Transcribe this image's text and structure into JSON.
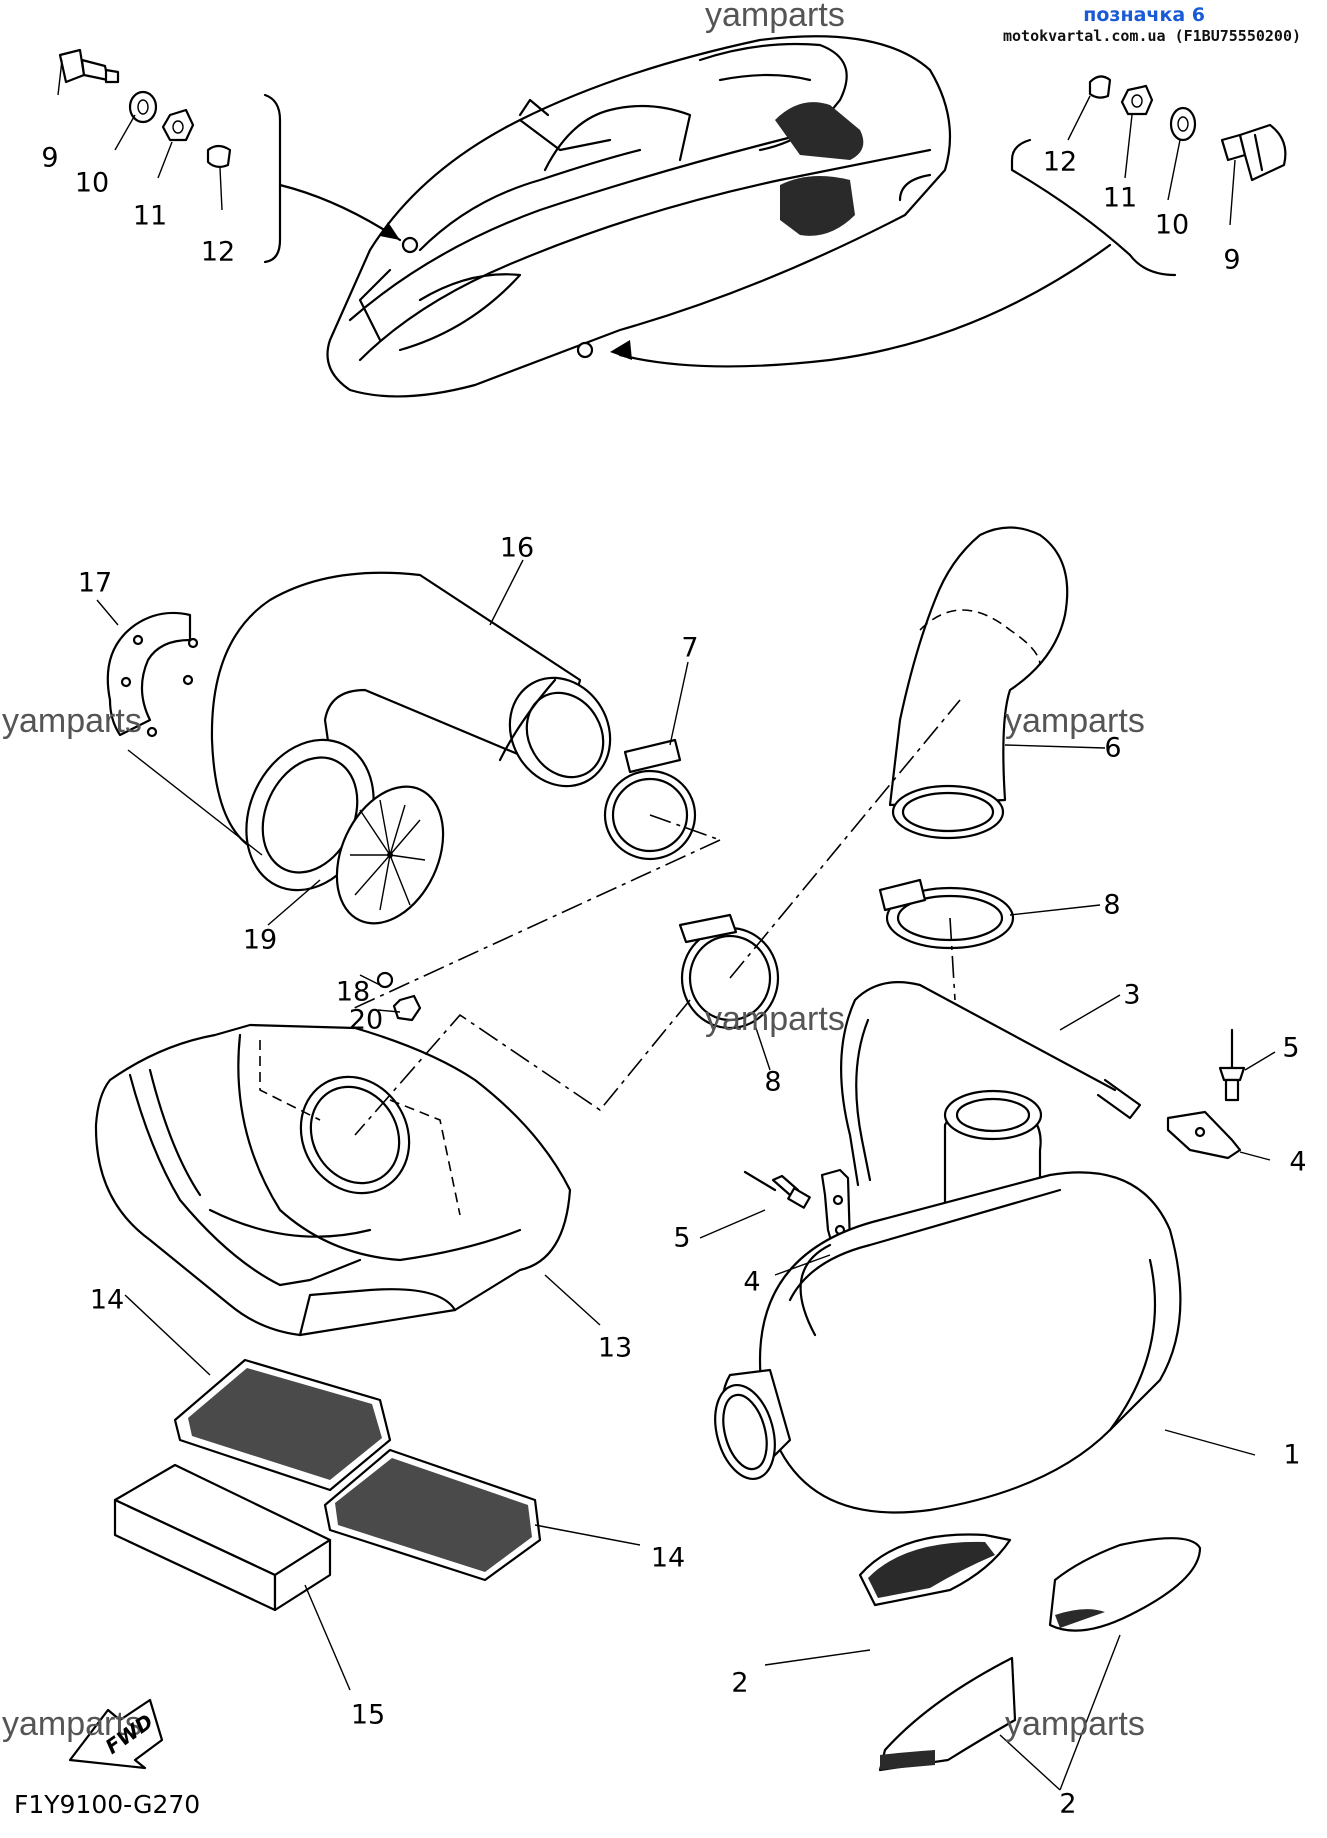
{
  "header": {
    "tag": "позначка 6",
    "source": "motokvartal.com.ua (F1BU75550200)"
  },
  "watermark": "yamparts",
  "diagram_code": "F1Y9100-G270",
  "fwd_label": "FWD",
  "callouts": {
    "c1": "1",
    "c2a": "2",
    "c2b": "2",
    "c3": "3",
    "c4a": "4",
    "c4b": "4",
    "c5a": "5",
    "c5b": "5",
    "c6": "6",
    "c7": "7",
    "c8a": "8",
    "c8b": "8",
    "c9a": "9",
    "c9b": "9",
    "c10a": "10",
    "c10b": "10",
    "c11a": "11",
    "c11b": "11",
    "c12a": "12",
    "c12b": "12",
    "c13": "13",
    "c14a": "14",
    "c14b": "14",
    "c15": "15",
    "c16": "16",
    "c17": "17",
    "c18": "18",
    "c19": "19",
    "c20": "20"
  }
}
